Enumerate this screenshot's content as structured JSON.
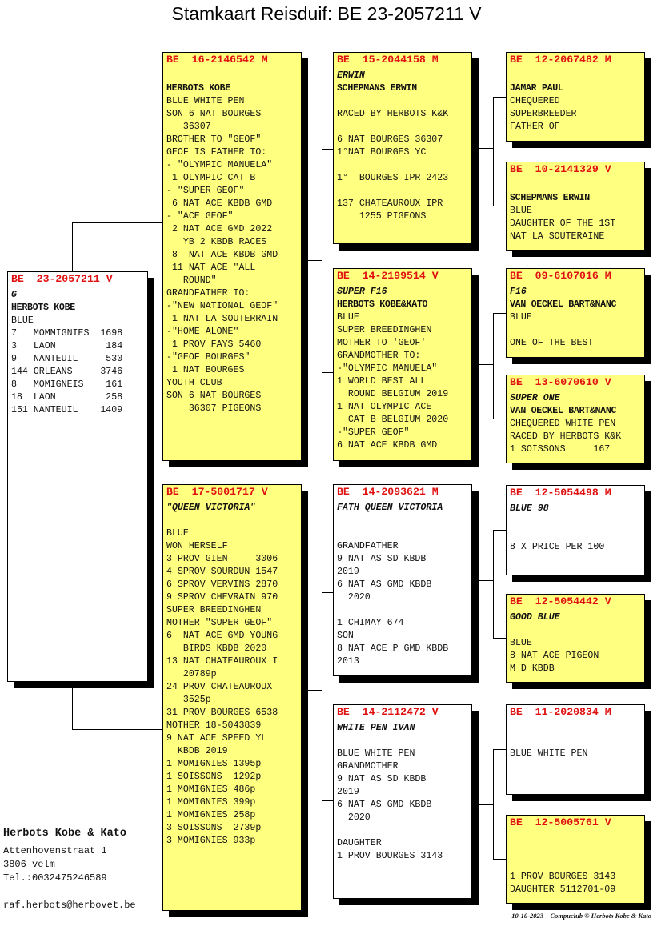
{
  "title": "Stamkaart Reisduif: BE  23-2057211 V",
  "cards": [
    {
      "ring": "BE  23-2057211 V",
      "color": "white",
      "name": "G",
      "owner": "HERBOTS KOBE",
      "lines": [
        "BLUE",
        "7   MOMMIGNIES  1698",
        "3   LAON         184",
        "9   NANTEUIL     530",
        "144 ORLEANS     3746",
        "8   MOMIGNEIS    161",
        "18  LAON         258",
        "151 NANTEUIL    1409"
      ]
    },
    {
      "ring": "BE  16-2146542 M",
      "color": "yellow",
      "name": "",
      "owner": "HERBOTS KOBE",
      "lines": [
        "BLUE WHITE PEN",
        "SON 6 NAT BOURGES",
        "   36307",
        "BROTHER TO \"GEOF\"",
        "GEOF IS FATHER TO:",
        "- \"OLYMPIC MANUELA\"",
        " 1 OLYMPIC CAT B",
        "- \"SUPER GEOF\"",
        " 6 NAT ACE KBDB GMD",
        "- \"ACE GEOF\"",
        " 2 NAT ACE GMD 2022",
        "   YB 2 KBDB RACES",
        " 8  NAT ACE KBDB GMD",
        " 11 NAT ACE \"ALL",
        "   ROUND\"",
        "GRANDFATHER TO:",
        "-\"NEW NATIONAL GEOF\"",
        " 1 NAT LA SOUTERRAIN",
        "-\"HOME ALONE\"",
        " 1 PROV FAYS 5460",
        "-\"GEOF BOURGES\"",
        " 1 NAT BOURGES",
        "YOUTH CLUB",
        "SON 6 NAT BOURGES",
        "    36307 PIGEONS"
      ]
    },
    {
      "ring": "BE  17-5001717 V",
      "color": "yellow",
      "name": "\"QUEEN VICTORIA\"",
      "owner": "",
      "lines": [
        "BLUE",
        "WON HERSELF",
        "3 PROV GIEN     3006",
        "4 SPROV SOURDUN 1547",
        "6 SPROV VERVINS 2870",
        "9 SPROV CHEVRAIN 970",
        "SUPER BREEDINGHEN",
        "MOTHER \"SUPER GEOF\"",
        "6  NAT ACE GMD YOUNG",
        "   BIRDS KBDB 2020",
        "13 NAT CHATEAUROUX I",
        "   20789p",
        "24 PROV CHATEAUROUX",
        "   3525p",
        "31 PROV BOURGES 6538",
        "MOTHER 18-5043839",
        "9 NAT ACE SPEED YL",
        "  KBDB 2019",
        "1 MOMIGNIES 1395p",
        "1 SOISSONS  1292p",
        "1 MOMIGNIES 486p",
        "1 MOMIGNIES 399p",
        "1 MOMIGNIES 258p",
        "3 SOISSONS  2739p",
        "3 MOMIGNIES 933p"
      ]
    },
    {
      "ring": "BE  15-2044158 M",
      "color": "yellow",
      "name": "ERWIN",
      "owner": "SCHEPMANS ERWIN",
      "lines": [
        "",
        "RACED BY HERBOTS K&K",
        "",
        "6 NAT BOURGES 36307",
        "1°NAT BOURGES YC",
        "",
        "1°  BOURGES IPR 2423",
        "",
        "137 CHATEAUROUX IPR",
        "    1255 PIGEONS"
      ]
    },
    {
      "ring": "BE  14-2199514 V",
      "color": "yellow",
      "name": "SUPER F16",
      "owner": "HERBOTS KOBE&KATO",
      "lines": [
        "BLUE",
        "SUPER BREEDINGHEN",
        "MOTHER TO 'GEOF'",
        "GRANDMOTHER TO:",
        "-\"OLYMPIC MANUELA\"",
        "1 WORLD BEST ALL",
        "  ROUND BELGIUM 2019",
        "1 NAT OLYMPIC ACE",
        "  CAT B BELGIUM 2020",
        "-\"SUPER GEOF\"",
        "6 NAT ACE KBDB GMD"
      ]
    },
    {
      "ring": "BE  14-2093621 M",
      "color": "white",
      "name": "FATH QUEEN VICTORIA",
      "owner": "",
      "lines": [
        "",
        "GRANDFATHER",
        "9 NAT AS SD KBDB",
        "2019",
        "6 NAT AS GMD KBDB",
        "  2020",
        "",
        "1 CHIMAY 674",
        "SON",
        "8 NAT ACE P GMD KBDB",
        "2013"
      ]
    },
    {
      "ring": "BE  14-2112472 V",
      "color": "white",
      "name": "WHITE PEN IVAN",
      "owner": "",
      "lines": [
        "BLUE WHITE PEN",
        "GRANDMOTHER",
        "9 NAT AS SD KBDB",
        "2019",
        "6 NAT AS GMD KBDB",
        "  2020",
        "",
        "DAUGHTER",
        "1 PROV BOURGES 3143"
      ]
    },
    {
      "ring": "BE  12-2067482 M",
      "color": "yellow",
      "name": "",
      "owner": "JAMAR PAUL",
      "lines": [
        "CHEQUERED",
        "SUPERBREEDER",
        "FATHER OF"
      ]
    },
    {
      "ring": "BE  10-2141329 V",
      "color": "yellow",
      "name": "",
      "owner": "SCHEPMANS ERWIN",
      "lines": [
        "BLUE",
        "DAUGHTER OF THE 1ST",
        "NAT LA SOUTERAINE"
      ]
    },
    {
      "ring": "BE  09-6107016 M",
      "color": "yellow",
      "name": "F16",
      "owner": "VAN OECKEL BART&NANC",
      "lines": [
        "BLUE",
        "",
        "ONE OF THE BEST"
      ]
    },
    {
      "ring": "BE  13-6070610 V",
      "color": "yellow",
      "name": "SUPER ONE",
      "owner": "VAN OECKEL BART&NANC",
      "lines": [
        "CHEQUERED WHITE PEN",
        "RACED BY HERBOTS K&K",
        "1 SOISSONS     167"
      ]
    },
    {
      "ring": "BE  12-5054498 M",
      "color": "white",
      "name": "BLUE 98",
      "owner": "",
      "lines": [
        "",
        "8 X PRICE PER 100"
      ]
    },
    {
      "ring": "BE  12-5054442 V",
      "color": "yellow",
      "name": "GOOD BLUE",
      "owner": "",
      "lines": [
        "BLUE",
        "8 NAT ACE PIGEON",
        "M D KBDB"
      ]
    },
    {
      "ring": "BE  11-2020834 M",
      "color": "white",
      "name": "",
      "owner": "",
      "lines": [
        "BLUE WHITE PEN"
      ]
    },
    {
      "ring": "BE  12-5005761 V",
      "color": "yellow",
      "name": "",
      "owner": "",
      "lines": [
        "",
        "1 PROV BOURGES 3143",
        "DAUGHTER 5112701-09"
      ]
    }
  ],
  "address": {
    "company": "Herbots Kobe & Kato",
    "street": "Attenhovenstraat 1",
    "city": "3806  velm",
    "phone": "Tel.:0032475246589",
    "email": "raf.herbots@herbovet.be"
  },
  "footer": {
    "date": "10-10-2023",
    "credit": "Compuclub © Herbots Kobe & Kato"
  },
  "colors": {
    "yellow": "#ffff80",
    "ring_red": "#e01010"
  }
}
